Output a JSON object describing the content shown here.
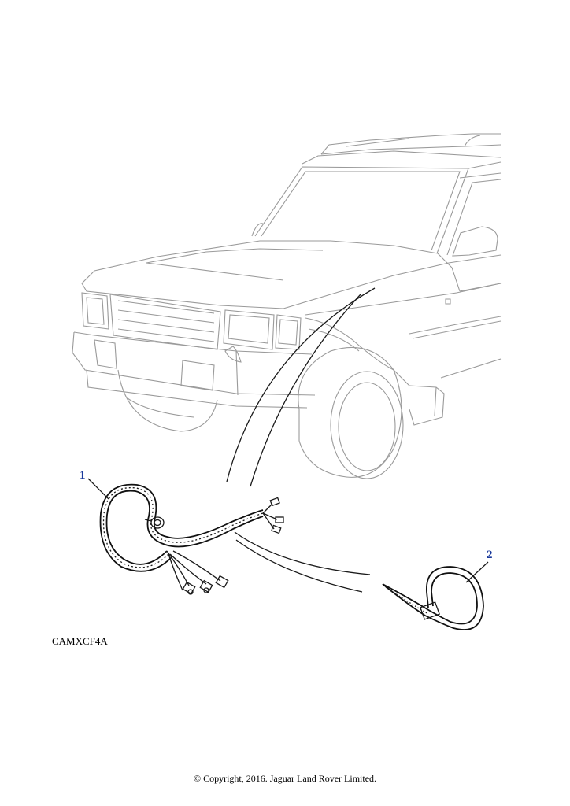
{
  "callouts": [
    {
      "label": "1"
    },
    {
      "label": "2"
    }
  ],
  "figure_code": "CAMXCF4A",
  "copyright": "© Copyright, 2016. Jaguar Land Rover Limited.",
  "colors": {
    "callout": "#1a3a9c",
    "vehicle_outline": "#9a9a9a",
    "part_outline": "#1a1a1a"
  }
}
